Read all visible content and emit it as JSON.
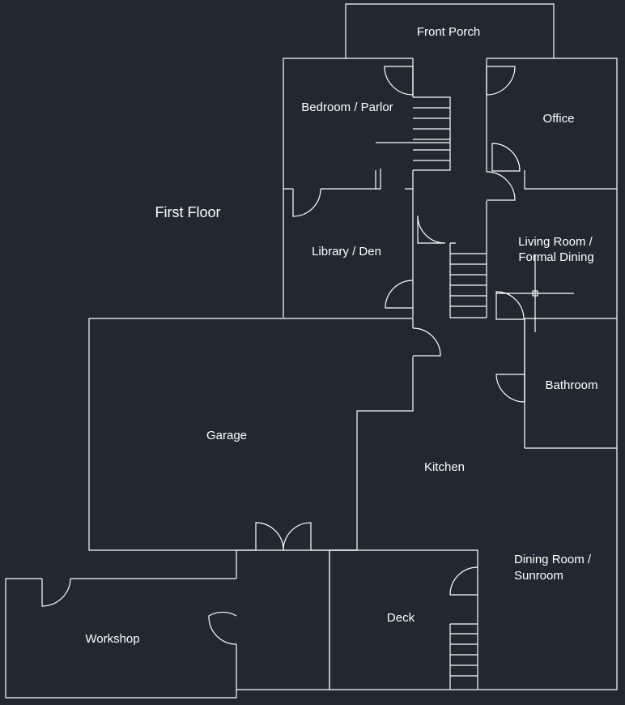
{
  "plan": {
    "title": "First Floor",
    "rooms": {
      "front_porch": "Front Porch",
      "bedroom": "Bedroom / Parlor",
      "office": "Office",
      "library": "Library / Den",
      "living_1": "Living Room /",
      "living_2": "Formal Dining",
      "garage": "Garage",
      "bathroom": "Bathroom",
      "kitchen": "Kitchen",
      "dining_1": "Dining Room /",
      "dining_2": "Sunroom",
      "deck": "Deck",
      "workshop": "Workshop"
    },
    "colors": {
      "background": "#212832",
      "line": "#ffffff"
    }
  }
}
